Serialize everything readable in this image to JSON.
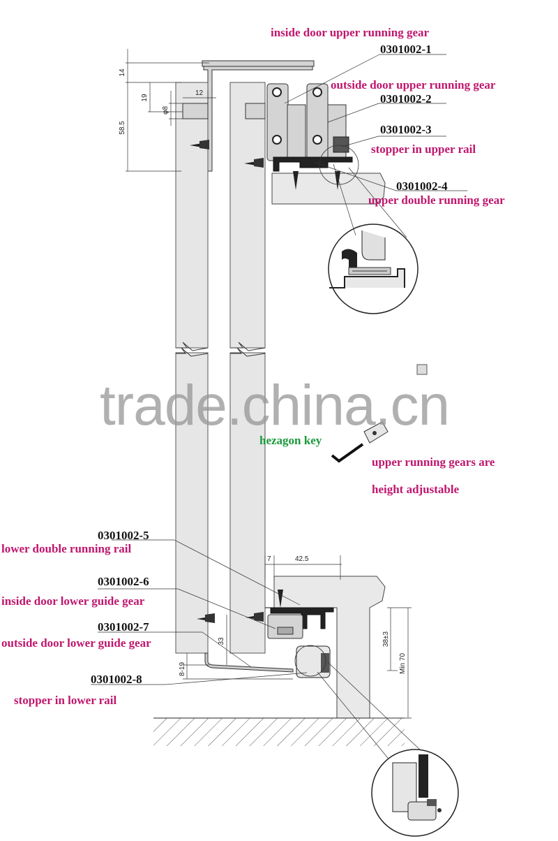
{
  "labels": {
    "part1_name": "inside door upper running gear",
    "part1_code": "0301002-1",
    "part2_name": "outside door upper running gear",
    "part2_code": "0301002-2",
    "part3_code": "0301002-3",
    "part3_name": "stopper in upper rail",
    "part4_code": "0301002-4",
    "part4_name": "upper double running gear",
    "hex_key": "hezagon key",
    "adjust_line1": "upper running gears are",
    "adjust_line2": "height adjustable",
    "part5_code": "0301002-5",
    "part5_name": "lower double running rail",
    "part6_code": "0301002-6",
    "part6_name": "inside door lower guide gear",
    "part7_code": "0301002-7",
    "part7_name": "outside door lower guide gear",
    "part8_code": "0301002-8",
    "part8_name": "stopper in lower rail"
  },
  "dimensions": {
    "d14": "14",
    "d19": "19",
    "d12": "12",
    "dphi8": "φ8",
    "d58_5": "58.5",
    "d7": "7",
    "d42_5": "42.5",
    "d38": "38±3",
    "dmin70": "Min 70",
    "d33": "33",
    "d8_19": "8-19"
  },
  "watermark": "trade.china.cn",
  "colors": {
    "label_pink": "#c0166e",
    "hex_key_green": "#1a9a3a",
    "watermark_gray": "#9a9a9a"
  }
}
